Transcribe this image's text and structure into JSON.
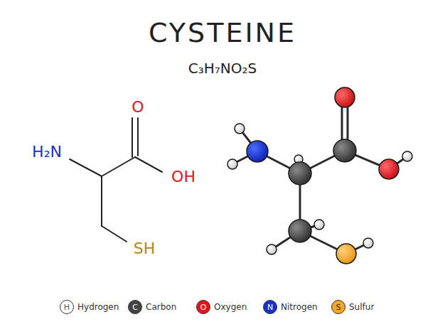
{
  "diagram": {
    "title": "CYSTEINE",
    "labels": [
      "C₃H₇NO₂S",
      "O",
      "H₂N",
      "OH",
      "SH",
      "H",
      "C",
      "O",
      "N",
      "S"
    ],
    "legend": [
      {
        "text": "Hydrogen",
        "color": "#ffffff"
      },
      {
        "text": "Carbon",
        "color": "#444444"
      },
      {
        "text": "Oxygen",
        "color": "#e0161c"
      },
      {
        "text": "Nitrogen",
        "color": "#1a2fd0"
      },
      {
        "text": "Sulfur",
        "color": "#f5a623"
      }
    ]
  }
}
